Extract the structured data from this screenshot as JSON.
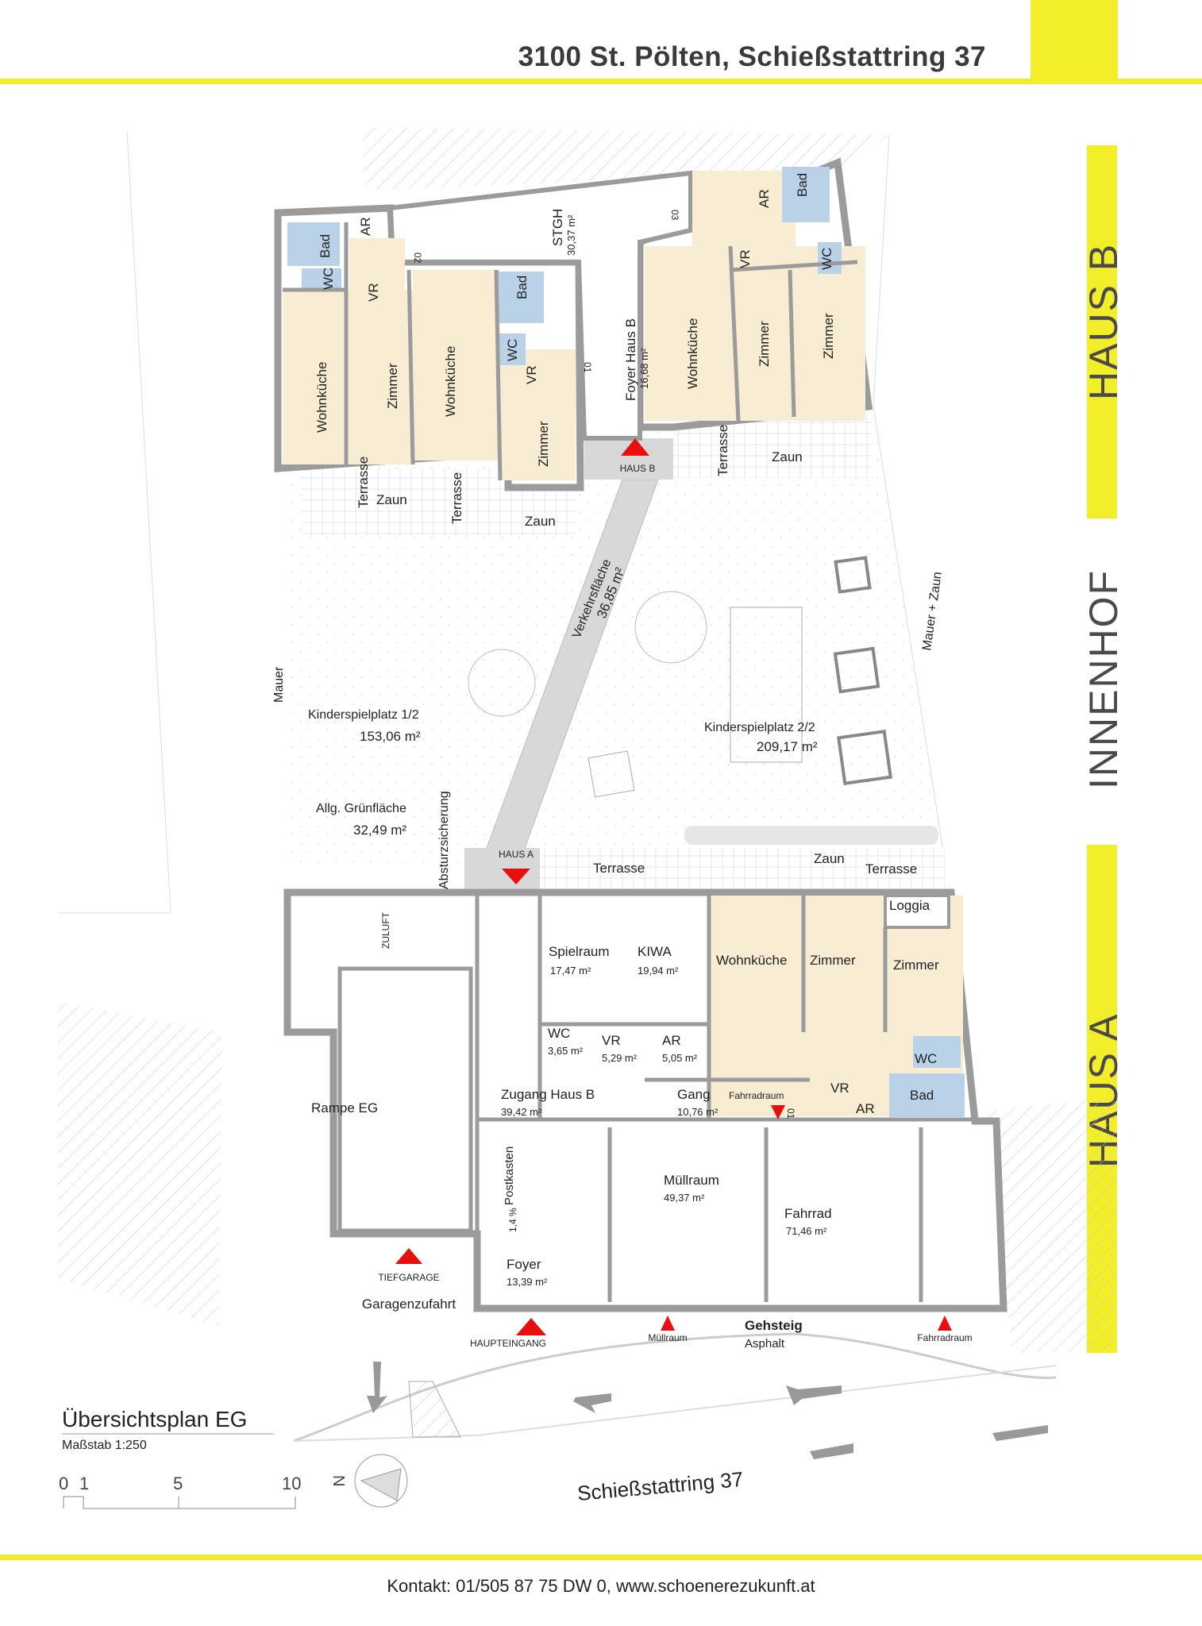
{
  "header": {
    "title": "3100 St. Pölten, Schießstattring 37"
  },
  "side_labels": {
    "haus_b": "HAUS B",
    "innenhof": "INNENHOF",
    "haus_a": "HAUS A"
  },
  "footer": {
    "contact": "Kontakt: 01/505 87 75 DW 0, www.schoenerezukunft.at"
  },
  "legend": {
    "title": "Übersichtsplan EG",
    "scale": "Maßstab 1:250",
    "scale_ticks": [
      "0",
      "1",
      "5",
      "10"
    ],
    "north": "N"
  },
  "colors": {
    "accent": "#f2ef2a",
    "apartment": "#f8ecd2",
    "wet_room": "#b9d2e8",
    "wall": "#9b9b9b",
    "entrance": "#e8100f"
  },
  "haus_b": {
    "left": {
      "bad1": "Bad",
      "ar1": "AR",
      "wc1": "WC",
      "vr1": "VR",
      "wohnkueche1": "Wohnküche",
      "zimmer1": "Zimmer",
      "wohnkueche2": "Wohnküche",
      "bad2": "Bad",
      "wc2": "WC",
      "vr2": "VR",
      "zimmer2": "Zimmer"
    },
    "stgh": {
      "name": "STGH",
      "area": "30,37 m²"
    },
    "foyer": {
      "name": "Foyer Haus B",
      "area": "16,68 m²"
    },
    "right": {
      "wohnkueche": "Wohnküche",
      "zimmer1": "Zimmer",
      "zimmer2": "Zimmer",
      "vr": "VR",
      "ar": "AR",
      "bad": "Bad",
      "wc": "WC"
    },
    "entrance": "HAUS B",
    "terrasse": [
      "Terrasse",
      "Terrasse",
      "Terrasse"
    ],
    "zaun": [
      "Zaun",
      "Zaun",
      "Zaun"
    ],
    "door_codes": [
      "02",
      "03",
      "01"
    ]
  },
  "innenhof": {
    "verkehrsflaeche": {
      "name": "Verkehrsfläche",
      "area": "36,85 m²"
    },
    "mauer": "Mauer",
    "mauer_zaun": "Mauer + Zaun",
    "spielplatz1": {
      "name": "Kinderspielplatz 1/2",
      "area": "153,06 m²"
    },
    "gruenflaeche": {
      "name": "Allg. Grünfläche",
      "area": "32,49 m²"
    },
    "absturzsicherung": "Absturzsicherung",
    "spielplatz2": {
      "name": "Kinderspielplatz 2/2",
      "area": "209,17 m²"
    }
  },
  "haus_a": {
    "entrance": "HAUS A",
    "terrasse": [
      "Terrasse",
      "Terrasse"
    ],
    "zaun": "Zaun",
    "loggia": "Loggia",
    "spielraum": {
      "name": "Spielraum",
      "area": "17,47 m²"
    },
    "kiwa": {
      "name": "KIWA",
      "area": "19,94 m²"
    },
    "wc": {
      "name": "WC",
      "area": "3,65 m²"
    },
    "vr": {
      "name": "VR",
      "area": "5,29 m²"
    },
    "ar": {
      "name": "AR",
      "area": "5,05 m²"
    },
    "apt": {
      "wohnkueche": "Wohnküche",
      "zimmer1": "Zimmer",
      "zimmer2": "Zimmer",
      "wc": "WC",
      "vr": "VR",
      "ar": "AR",
      "bad": "Bad"
    },
    "zugang": {
      "name": "Zugang Haus B",
      "area": "39,42 m²"
    },
    "gang": {
      "name": "Gang",
      "area": "10,76 m²"
    },
    "fahrradraum_label": "Fahrradraum",
    "door_code": "01",
    "zuluft": "ZULUFT",
    "rampe": "Rampe EG",
    "postkasten": "Postkasten",
    "gefaelle": "1,4 %",
    "muellraum": {
      "name": "Müllraum",
      "area": "49,37 m²"
    },
    "fahrrad": {
      "name": "Fahrrad",
      "area": "71,46 m²"
    },
    "foyer": {
      "name": "Foyer",
      "area": "13,39 m²"
    },
    "tiefgarage": "TIEFGARAGE",
    "garagenzufahrt": "Garagenzufahrt",
    "haupteingang": "HAUPTEINGANG",
    "muellraum_entry": "Müllraum",
    "gehsteig": "Gehsteig",
    "asphalt": "Asphalt",
    "fahrradraum_entry": "Fahrradraum"
  },
  "street": "Schießstattring 37"
}
